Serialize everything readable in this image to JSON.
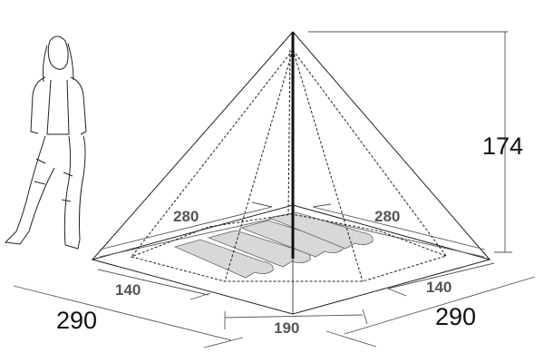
{
  "diagram": {
    "height_label": "174",
    "width_left_label": "290",
    "width_right_label": "290",
    "inner_left_label": "280",
    "inner_right_label": "280",
    "side_left_label": "140",
    "side_right_label": "140",
    "front_label": "190"
  },
  "colors": {
    "line": "#222222",
    "mat": "#d8d8d8",
    "dim_line": "#777777"
  }
}
